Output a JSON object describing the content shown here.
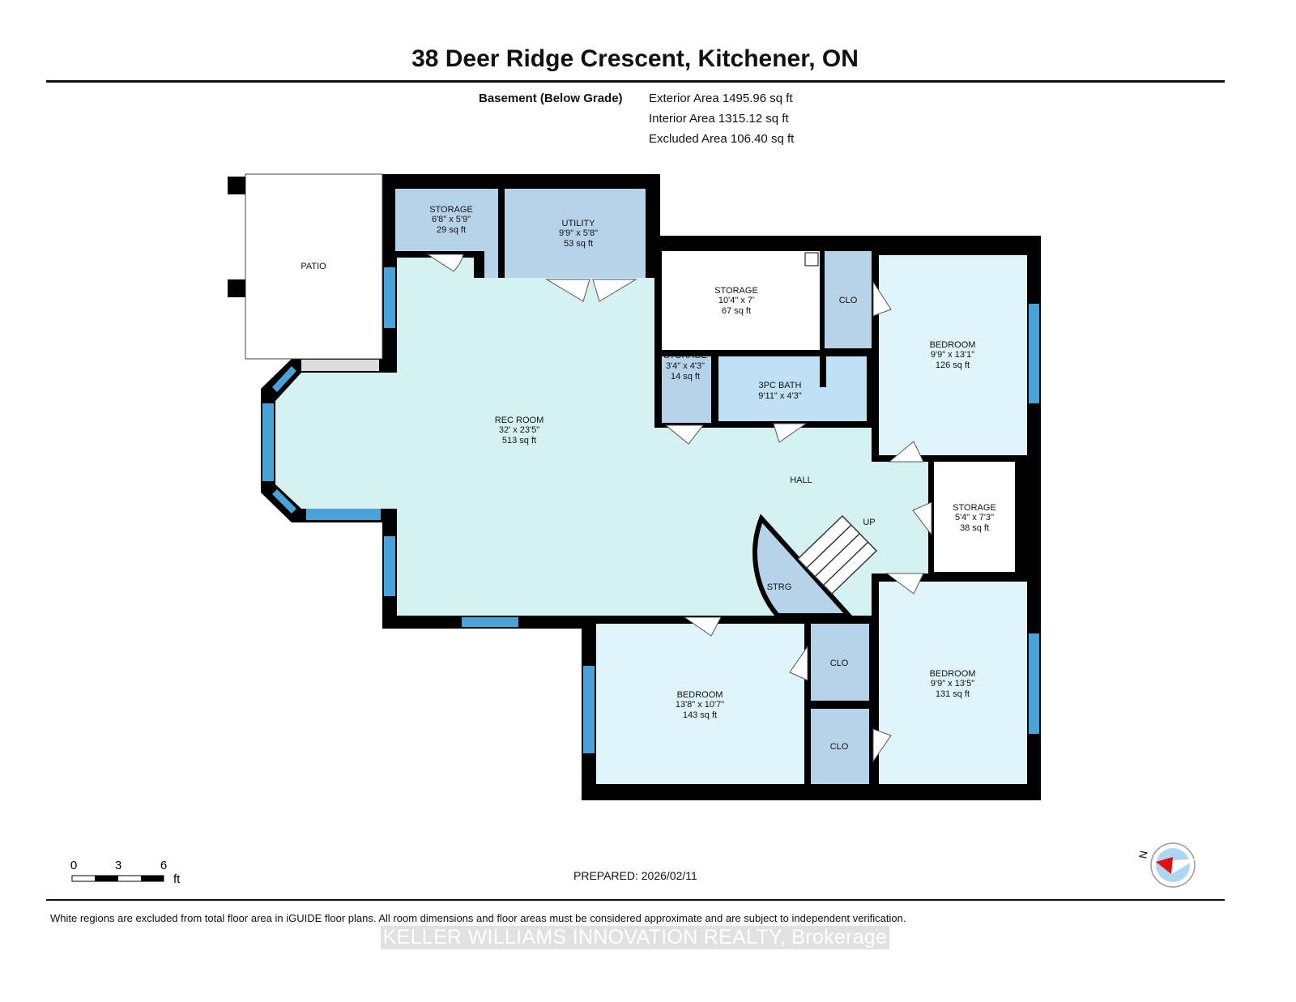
{
  "title": "38 Deer Ridge Crescent, Kitchener, ON",
  "summary": {
    "level": "Basement (Below Grade)",
    "exterior": "Exterior Area 1495.96 sq ft",
    "interior": "Interior Area 1315.12 sq ft",
    "excluded": "Excluded Area 106.40 sq ft"
  },
  "rooms": {
    "patio": {
      "name": "PATIO"
    },
    "storage1": {
      "name": "STORAGE",
      "dims": "6'8\" x 5'9\"",
      "area": "29 sq ft"
    },
    "utility": {
      "name": "UTILITY",
      "dims": "9'9\" x 5'8\"",
      "area": "53 sq ft"
    },
    "storage2": {
      "name": "STORAGE",
      "dims": "10'4\" x 7'",
      "area": "67 sq ft"
    },
    "clo1": {
      "name": "CLO"
    },
    "bedroom1": {
      "name": "BEDROOM",
      "dims": "9'9\" x 13'1\"",
      "area": "126 sq ft"
    },
    "storage3": {
      "name": "STORAGE",
      "dims": "3'4\" x 4'3\"",
      "area": "14 sq ft"
    },
    "bath": {
      "name": "3PC BATH",
      "dims": "9'11\" x 4'3\""
    },
    "rec": {
      "name": "REC ROOM",
      "dims": "32' x 23'5\"",
      "area": "513 sq ft"
    },
    "hall": {
      "name": "HALL"
    },
    "storage4": {
      "name": "STORAGE",
      "dims": "5'4\" x 7'3\"",
      "area": "38 sq ft"
    },
    "up": {
      "name": "UP"
    },
    "strg": {
      "name": "STRG"
    },
    "bedroom2": {
      "name": "BEDROOM",
      "dims": "13'8\" x 10'7\"",
      "area": "143 sq ft"
    },
    "clo2": {
      "name": "CLO"
    },
    "clo3": {
      "name": "CLO"
    },
    "bedroom3": {
      "name": "BEDROOM",
      "dims": "9'9\" x 13'5\"",
      "area": "131 sq ft"
    }
  },
  "scale": {
    "ticks": [
      "0",
      "3",
      "6"
    ],
    "unit": "ft"
  },
  "compass": {
    "label": "N"
  },
  "prepared": "PREPARED: 2026/02/11",
  "footer": "White regions are excluded from total floor area in iGUIDE floor plans. All room dimensions and floor areas must be considered approximate and are subject to independent verification.",
  "watermark": "KELLER WILLIAMS INNOVATION REALTY, Brokerage",
  "colors": {
    "wall": "#000000",
    "room_blue": "#b7d3ea",
    "room_light": "#dff4fb",
    "rec_teal": "#d6f1f1",
    "window": "#4aa3d8",
    "compass_red": "#e01010"
  }
}
